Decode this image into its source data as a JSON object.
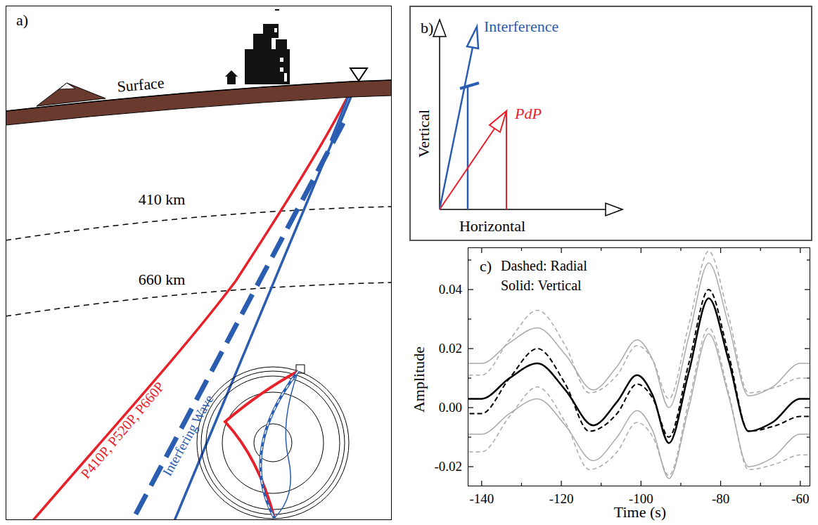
{
  "diagram": {
    "nodes": [
      {
        "text": [
          "a)"
        ]
      },
      {
        "text": [
          "b)"
        ]
      },
      {
        "text": [
          "c)"
        ]
      }
    ],
    "labels": [
      "Surface",
      "410 km",
      "660 km",
      "P410P, P520P, P660P",
      "Interfering Wave",
      "Interference",
      "PdP",
      "Vertical",
      "Horizontal",
      "Dashed: Radial",
      "Solid: Vertical",
      "0.04",
      "0.02",
      "0.00",
      "-0.02",
      "Amplitude",
      "-140",
      "-120",
      "-100",
      "-80",
      "-60",
      "Time (s)"
    ]
  }
}
